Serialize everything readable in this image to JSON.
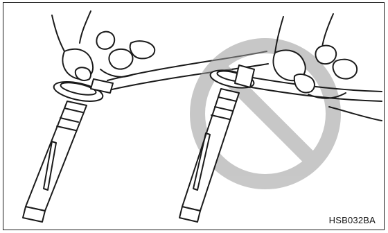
{
  "figure": {
    "reference_code": "HSB032BA",
    "prohibition_color": "#b8b8b8",
    "outline_color": "#1a1a1a",
    "icons": [
      "correct-grip-illustration",
      "incorrect-grip-illustration",
      "prohibition-icon"
    ]
  }
}
